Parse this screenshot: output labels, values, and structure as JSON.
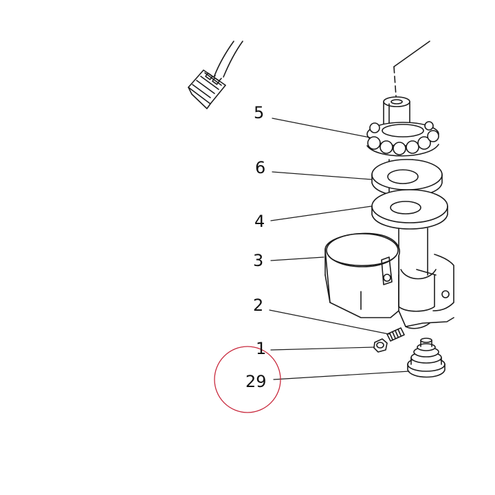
{
  "callouts": {
    "part_5": "5",
    "part_6": "6",
    "part_4": "4",
    "part_3": "3",
    "part_2": "2",
    "part_1": "1",
    "part_29": "29"
  },
  "colors": {
    "line": "#1a1a1a",
    "highlight_circle": "#c8283c",
    "background": "#ffffff"
  },
  "highlighted_part": "29"
}
